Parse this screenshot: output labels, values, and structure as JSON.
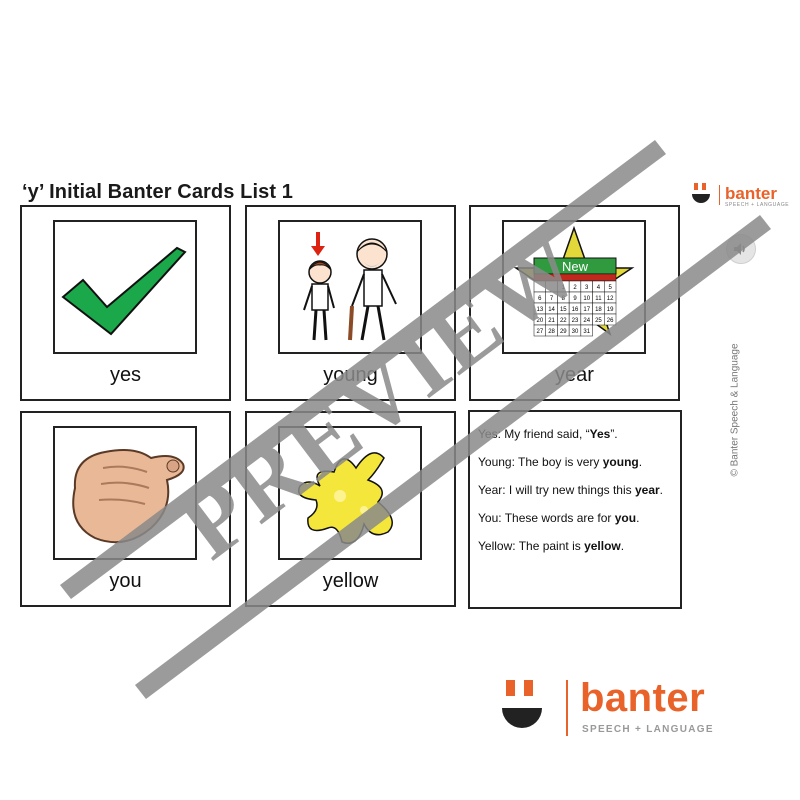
{
  "header": {
    "title": "‘y’ Initial Banter Cards List 1"
  },
  "brand": {
    "name": "banter",
    "tagline": "SPEECH + LANGUAGE",
    "accent_color": "#e8622a",
    "dark_color": "#222222"
  },
  "audio_button": {
    "icon": "speaker-icon"
  },
  "copyright": "© Banter Speech & Language",
  "cards": [
    {
      "word": "yes",
      "icon": "checkmark-icon"
    },
    {
      "word": "young",
      "icon": "boy-and-old-man-icon"
    },
    {
      "word": "year",
      "icon": "new-year-calendar-icon"
    },
    {
      "word": "you",
      "icon": "pointing-hand-icon"
    },
    {
      "word": "yellow",
      "icon": "yellow-paint-splat-icon"
    }
  ],
  "calendar": {
    "label": "New",
    "days": [
      "",
      "",
      "1",
      "2",
      "3",
      "4",
      "5",
      "6",
      "7",
      "8",
      "9",
      "10",
      "11",
      "12",
      "13",
      "14",
      "15",
      "16",
      "17",
      "18",
      "19",
      "20",
      "21",
      "22",
      "23",
      "24",
      "25",
      "26",
      "27",
      "28",
      "29",
      "30",
      "31"
    ]
  },
  "sentences": [
    {
      "prefix": "Yes: My friend said, “",
      "bold": "Yes",
      "suffix": "”."
    },
    {
      "prefix": "Young: The boy is very ",
      "bold": "young",
      "suffix": "."
    },
    {
      "prefix": "Year: I will try new things this ",
      "bold": "year",
      "suffix": "."
    },
    {
      "prefix": "You: These words are for ",
      "bold": "you",
      "suffix": "."
    },
    {
      "prefix": "Yellow: The paint is ",
      "bold": "yellow",
      "suffix": "."
    }
  ],
  "watermark": {
    "text": "PREVIEW",
    "color": "#8a8a8a"
  }
}
